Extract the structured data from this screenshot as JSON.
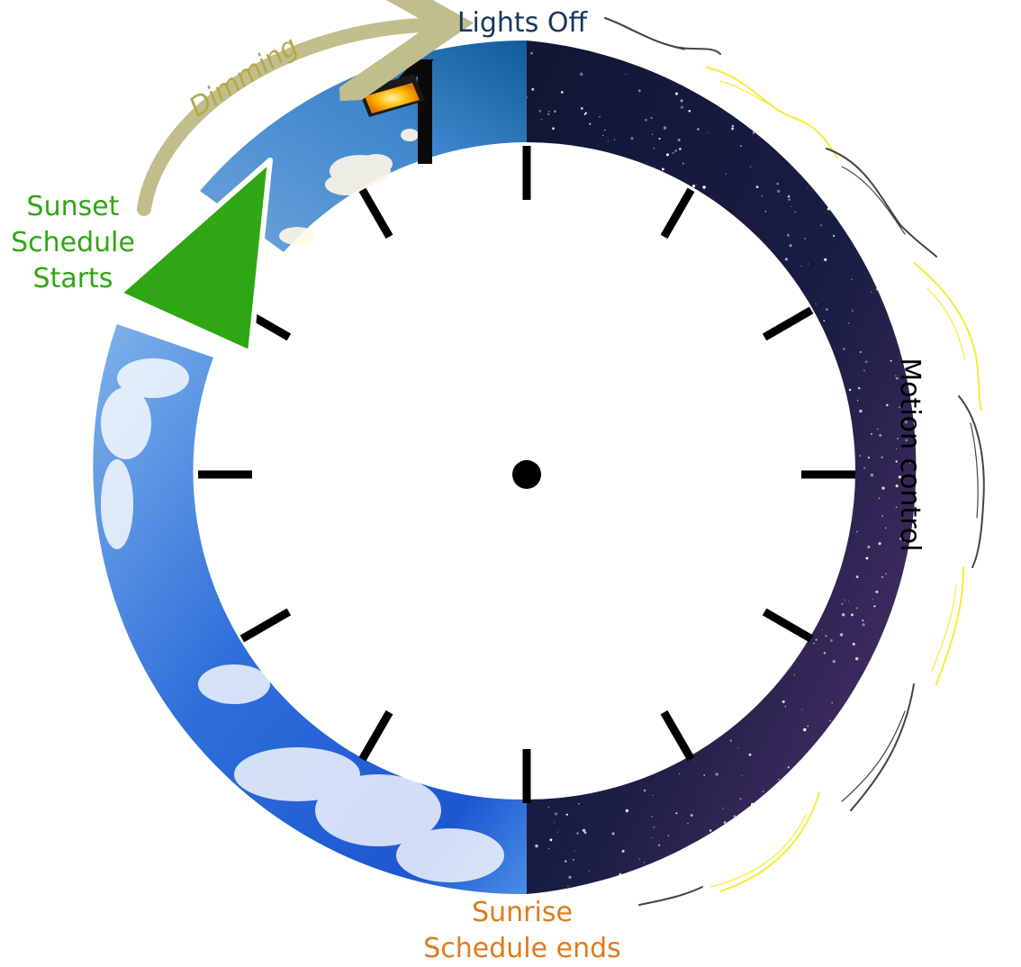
{
  "labels": {
    "lights_off": "Lights Off",
    "dimming": "Dimming",
    "sunset_lines": [
      "Sunset",
      "Schedule",
      "Starts"
    ],
    "motion_control": "Motion control",
    "sunrise_lines": [
      "Sunrise",
      "Schedule ends"
    ]
  },
  "colors": {
    "lights_off": "#17365d",
    "dimming": "#b4a94a",
    "sunset": "#2fa614",
    "motion_control": "#000000",
    "sunrise": "#e07a1a",
    "night_sky": "#15193a",
    "day_sky": "#3d7fe0",
    "dimming_arrow": "#c2be8c",
    "marker_green": "#2fa614",
    "ticks": "#000000",
    "wave_dark": "#444444",
    "wave_yellow": "#f4ec3a"
  },
  "icons": {
    "street_lamp": "street-lamp-icon",
    "sunset_marker": "sunset-marker-triangle"
  },
  "dial": {
    "tick_count": 12
  }
}
